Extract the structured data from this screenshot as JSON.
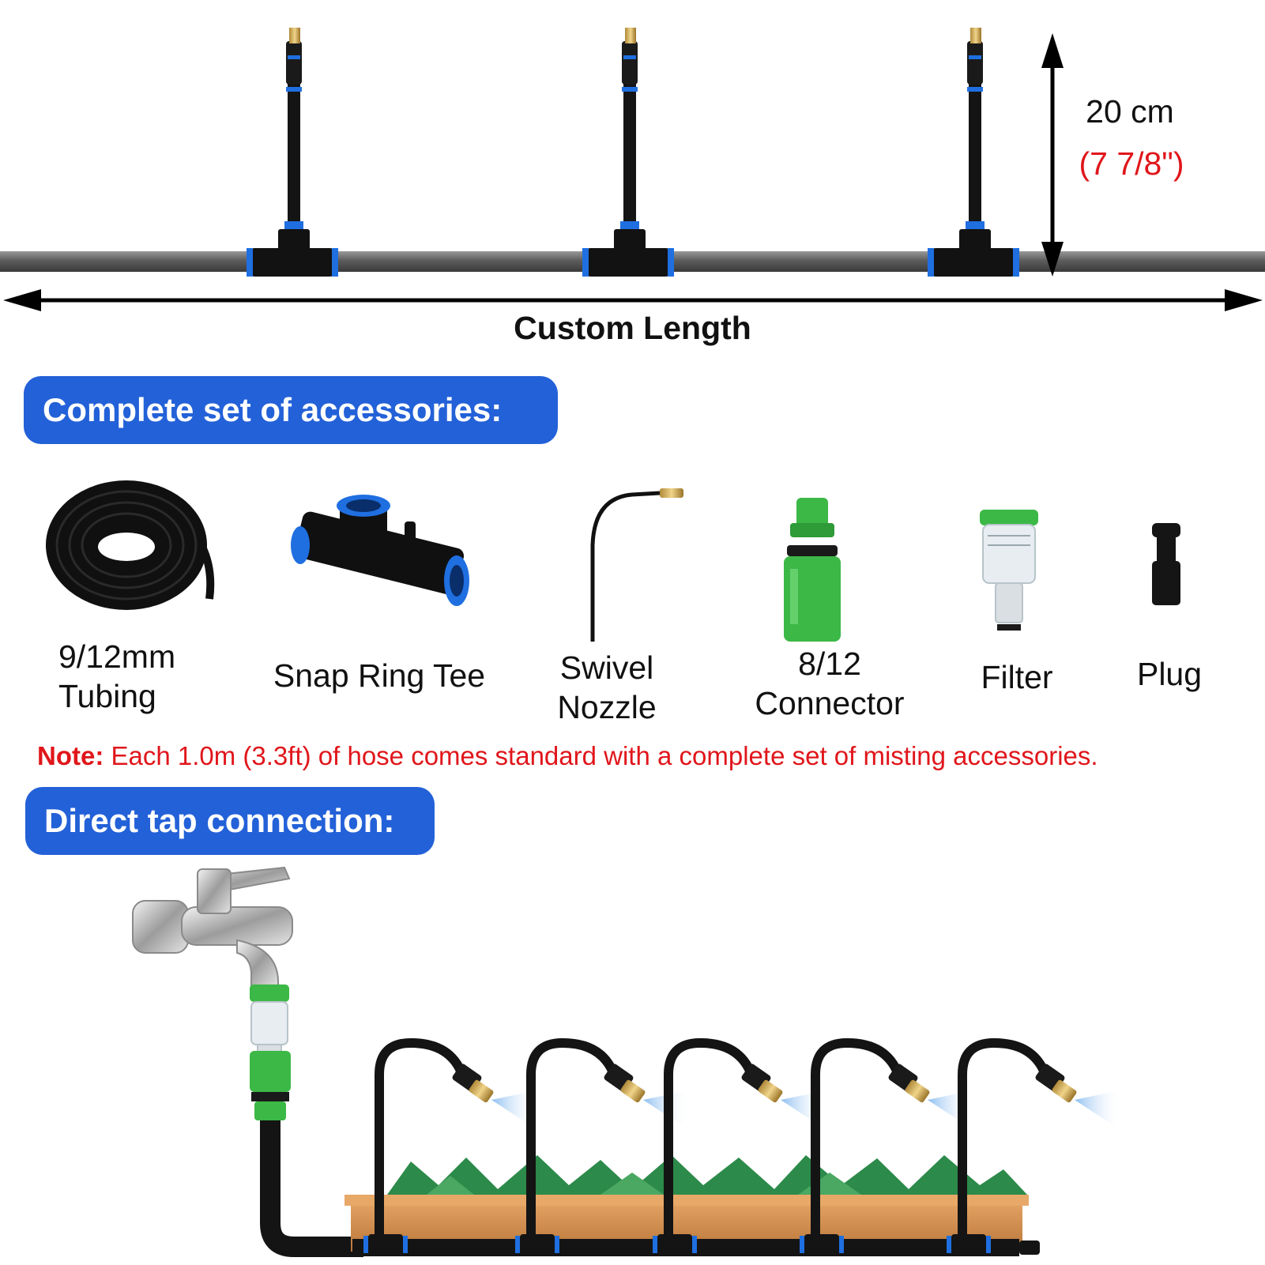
{
  "height_dimension": {
    "metric": "20 cm",
    "imperial": "(7 7/8\")"
  },
  "length_label": "Custom Length",
  "accessories_header": "Complete set of accessories:",
  "accessories": [
    {
      "line1": "9/12mm",
      "line2": "Tubing",
      "icon": "tubing-coil-icon"
    },
    {
      "line1": "Snap Ring Tee",
      "line2": "",
      "icon": "snap-ring-tee-icon"
    },
    {
      "line1": "Swivel",
      "line2": "Nozzle",
      "icon": "swivel-nozzle-icon"
    },
    {
      "line1": "8/12",
      "line2": "Connector",
      "icon": "connector-icon"
    },
    {
      "line1": "Filter",
      "line2": "",
      "icon": "filter-icon"
    },
    {
      "line1": "Plug",
      "line2": "",
      "icon": "plug-icon"
    }
  ],
  "note": {
    "prefix": "Note:",
    "text": " Each 1.0m (3.3ft) of hose comes standard with a complete set of misting accessories."
  },
  "tap_header": "Direct tap connection:",
  "colors": {
    "accent_blue": "#2361d8",
    "note_red": "#e0161b",
    "connector_green": "#3cb846",
    "fitting_blue": "#1f6fe0"
  }
}
